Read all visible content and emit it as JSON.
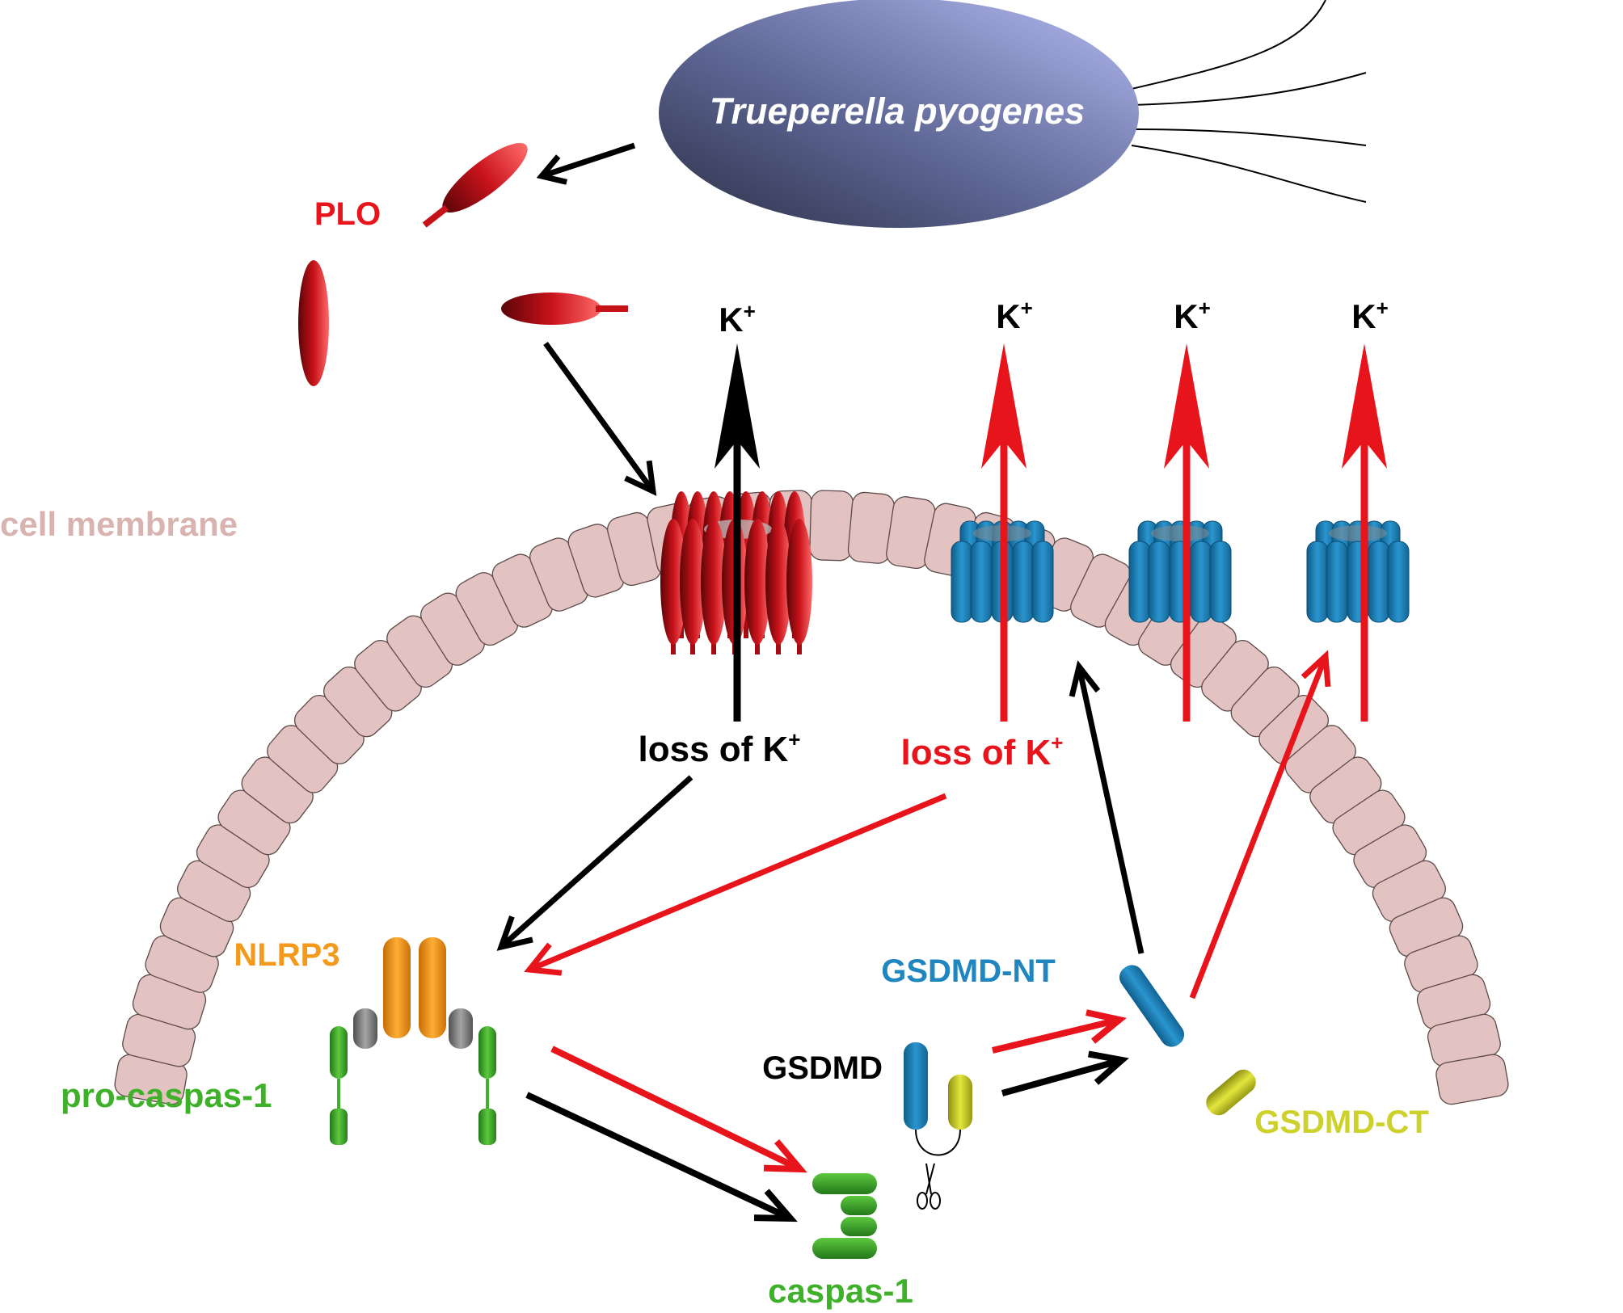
{
  "labels": {
    "bacterium": "Trueperella pyogenes",
    "toxin": "PLO",
    "membrane": "cell membrane",
    "k_ion": "K",
    "k_ion_sup": "+",
    "loss_k": "loss of K",
    "loss_k_sup": "+",
    "nlrp3": "NLRP3",
    "pro_caspase": "pro-caspas-1",
    "caspase": "caspas-1",
    "gsdmd": "GSDMD",
    "gsdmd_nt": "GSDMD-NT",
    "gsdmd_ct": "GSDMD-CT"
  },
  "colors": {
    "red": "#e8141c",
    "black": "#000000",
    "membrane_fill": "#e3c3c1",
    "membrane_label": "#d9b3b0",
    "toxin": "#c41218",
    "pore_blue": "#1f86c0",
    "nlrp3_orange": "#f39a1c",
    "caspase_green": "#3fb029",
    "ct_yellow": "#cdd12b",
    "grey": "#8a8a8a",
    "bacterium": "#5d6595"
  },
  "icons": {
    "scissors": "scissors-icon"
  }
}
